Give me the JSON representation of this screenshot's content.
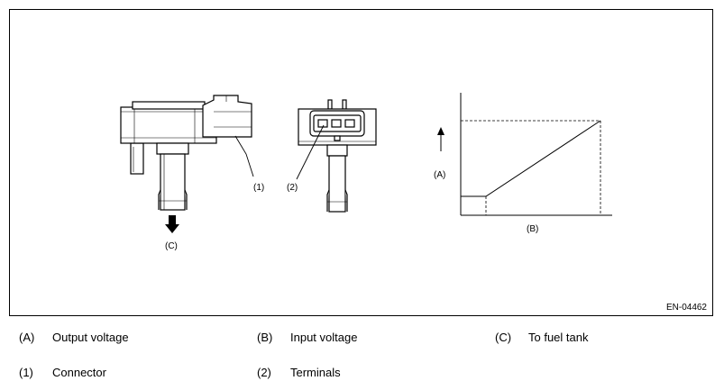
{
  "figure": {
    "id": "EN-04462",
    "callouts": {
      "c1": "(1)",
      "c2": "(2)",
      "cA": "(A)",
      "cB": "(B)",
      "cC": "(C)"
    }
  },
  "legend": [
    {
      "key": "(A)",
      "text": "Output voltage"
    },
    {
      "key": "(B)",
      "text": "Input voltage"
    },
    {
      "key": "(C)",
      "text": "To fuel tank"
    },
    {
      "key": "(1)",
      "text": "Connector"
    },
    {
      "key": "(2)",
      "text": "Terminals"
    }
  ]
}
